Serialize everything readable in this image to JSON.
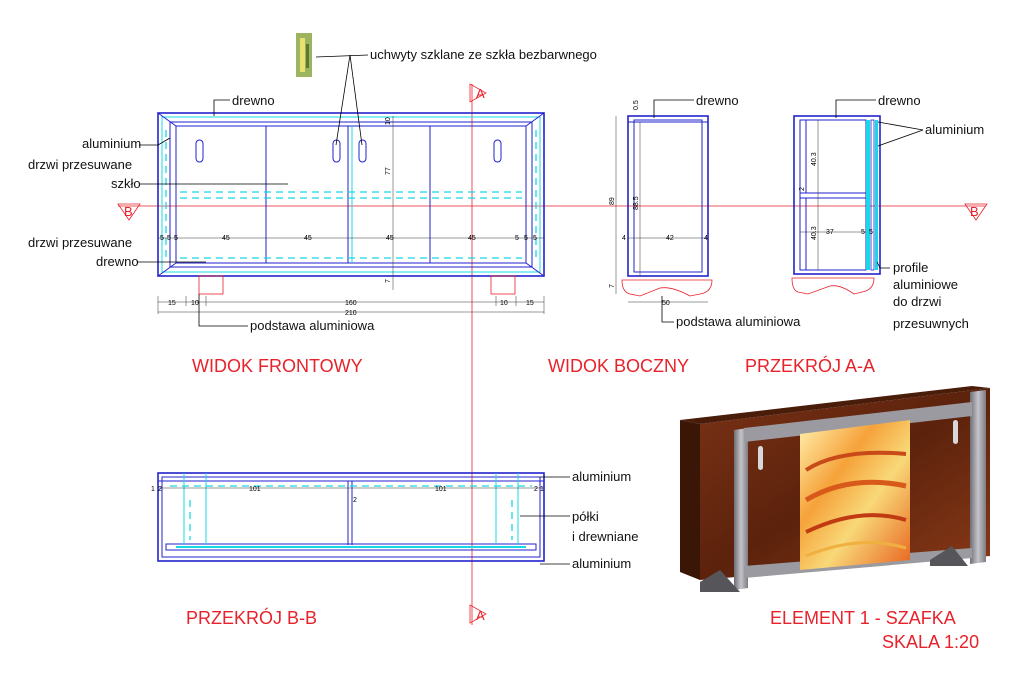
{
  "labels": {
    "handles": "uchwyty szklane ze szkła bezbarwnego",
    "wood": "drewno",
    "aluminium": "aluminium",
    "sliding_doors_1": "drzwi przesuwane",
    "glass": "szkło",
    "sliding_doors_2": "drzwi przesuwane",
    "wood_2": "drewno",
    "base_front": "podstawa aluminiowa",
    "side_wood": "drewno",
    "base_side": "podstawa aluminiowa",
    "section_wood": "drewno",
    "section_aluminium": "aluminium",
    "profiles": [
      "profile",
      "aluminiowe",
      "do drzwi",
      "przesuwnych"
    ],
    "bb_aluminium_top": "aluminium",
    "shelves": [
      "półki",
      "i drewniane"
    ],
    "bb_aluminium_bottom": "aluminium"
  },
  "titles": {
    "front": "WIDOK FRONTOWY",
    "side": "WIDOK BOCZNY",
    "section_aa": "PRZEKRÓJ A-A",
    "section_bb": "PRZEKRÓJ B-B",
    "element": "ELEMENT 1 - SZAFKA",
    "scale": "SKALA 1:20"
  },
  "section_markers": {
    "a_top": "A",
    "a_bottom": "A",
    "b_left": "B",
    "b_right": "B"
  },
  "dimensions": {
    "front_w": [
      "5",
      "5",
      "5",
      "45",
      "45",
      "45",
      "45",
      "5",
      "5",
      "5"
    ],
    "front_bottom": [
      "15",
      "10",
      "160",
      "10",
      "15"
    ],
    "front_total": "210",
    "front_h": [
      "77",
      "7",
      "10"
    ],
    "side": [
      "0.5",
      "89",
      "88.5",
      "4",
      "42",
      "4",
      "7",
      "50"
    ],
    "aa": [
      "40.3",
      "2",
      "37",
      "40.3",
      "5",
      "5"
    ],
    "bb": [
      "1",
      "2",
      "101",
      "2",
      "101",
      "2",
      "1"
    ]
  },
  "colors": {
    "outline": "#2222cc",
    "glass": "#18d8e8",
    "section_line": "#e8222a",
    "wood": "#6b2a12"
  }
}
